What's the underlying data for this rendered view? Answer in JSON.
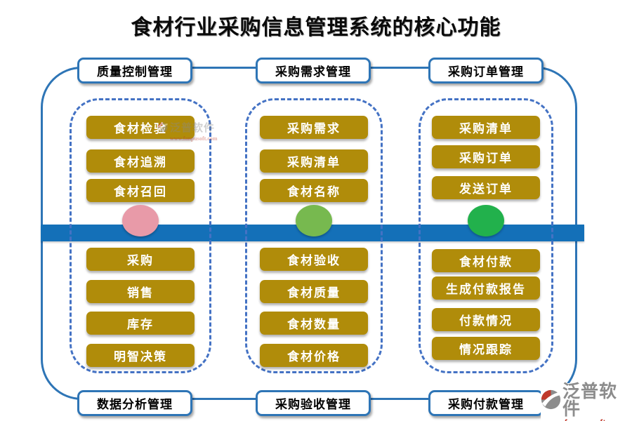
{
  "title": "食材行业采购信息管理系统的核心功能",
  "columns": [
    {
      "top_label": "质量控制管理",
      "bottom_label": "数据分析管理",
      "ellipse_color": "#e89aa8",
      "top_buttons": [
        "食材检验",
        "食材追溯",
        "食材召回"
      ],
      "bottom_buttons": [
        "采购",
        "销售",
        "库存",
        "明智决策"
      ]
    },
    {
      "top_label": "采购需求管理",
      "bottom_label": "采购验收管理",
      "ellipse_color": "#77b94f",
      "top_buttons": [
        "采购需求",
        "采购清单",
        "食材名称"
      ],
      "bottom_buttons": [
        "食材验收",
        "食材质量",
        "食材数量",
        "食材价格"
      ]
    },
    {
      "top_label": "采购订单管理",
      "bottom_label": "采购付款管理",
      "ellipse_color": "#22b14c",
      "top_buttons": [
        "采购清单",
        "采购订单",
        "发送订单"
      ],
      "bottom_buttons": [
        "食材付款",
        "生成付款报告",
        "付款情况",
        "情况跟踪"
      ]
    }
  ],
  "branding": {
    "watermark_text": "泛普软件",
    "logo_text": "泛普软件",
    "logo_url": "www.fanpusoft.com"
  },
  "colors": {
    "button_gold": "#b08c0a",
    "flow_bar_blue": "#1470b8",
    "outline_blue": "#2e75b6",
    "dashed_blue": "#4472c4",
    "ellipse_pink": "#e89aa8",
    "ellipse_light_green": "#77b94f",
    "ellipse_green": "#22b14c",
    "logo_gray": "#8c8c8c",
    "logo_red": "#c0392b"
  }
}
